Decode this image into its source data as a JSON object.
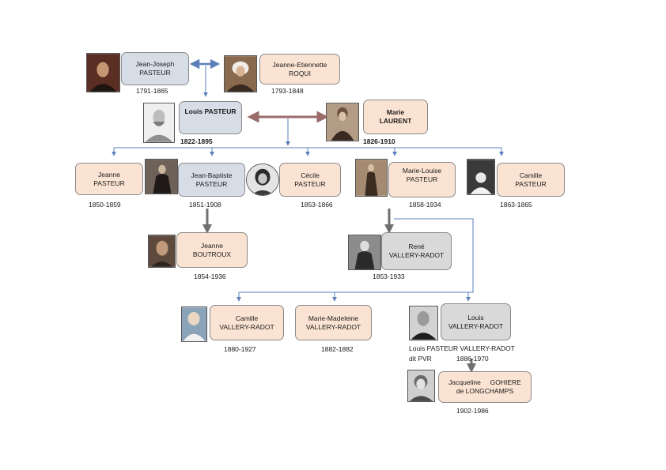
{
  "people": {
    "jean_joseph": {
      "l1": "Jean-Joseph",
      "l2": "PASTEUR",
      "dates": "1791-1865"
    },
    "jeanne_etienne": {
      "l1": "Jeanne-Etiennette",
      "l2": "ROQUI",
      "dates": "1793-1848"
    },
    "louis": {
      "l1": "Louis PASTEUR",
      "l2": "",
      "dates": "1822-1895"
    },
    "marie": {
      "l1": "Marie",
      "l2": "LAURENT",
      "dates": "1826-1910"
    },
    "jeanne": {
      "l1": "Jeanne",
      "l2": "PASTEUR",
      "dates": "1850-1859"
    },
    "jean_baptiste": {
      "l1": "Jean-Baptiste",
      "l2": "PASTEUR",
      "dates": "1851-1908"
    },
    "cecile": {
      "l1": "Cécile",
      "l2": "PASTEUR",
      "dates": "1853-1866"
    },
    "marie_louise": {
      "l1": "Marie-Louise",
      "l2": "PASTEUR",
      "dates": "1858-1934"
    },
    "camille_p": {
      "l1": "Camille",
      "l2": "PASTEUR",
      "dates": "1863-1865"
    },
    "jeanne_b": {
      "l1": "Jeanne",
      "l2": "BOUTROUX",
      "dates": "1854-1936"
    },
    "rene": {
      "l1": "René",
      "l2": "VALLERY-RADOT",
      "dates": "1853-1933"
    },
    "camille_vr": {
      "l1": "Camille",
      "l2": "VALLERY-RADOT",
      "dates": "1880-1927"
    },
    "marie_madeleine": {
      "l1": "Marie-Madeleine",
      "l2": "VALLERY-RADOT",
      "dates": "1882-1882"
    },
    "louis_vr": {
      "l1": "Louis",
      "l2": "VALLERY-RADOT",
      "dates": "1886-1970",
      "note_l1": "Louis PASTEUR VALLERY-RADOT",
      "note_l2": "dit PVR"
    },
    "jacqueline": {
      "l1": "Jacqueline     GOHIERE",
      "l2": "de LONGCHAMPS",
      "dates": "1902-1986"
    }
  },
  "colors": {
    "peach": "#fbe3d3",
    "blue": "#d7dde7",
    "grey": "#d9d9d9",
    "connector": "#5b7fb8",
    "marriage": "#9a6b6b",
    "thick_link": "#707070"
  }
}
